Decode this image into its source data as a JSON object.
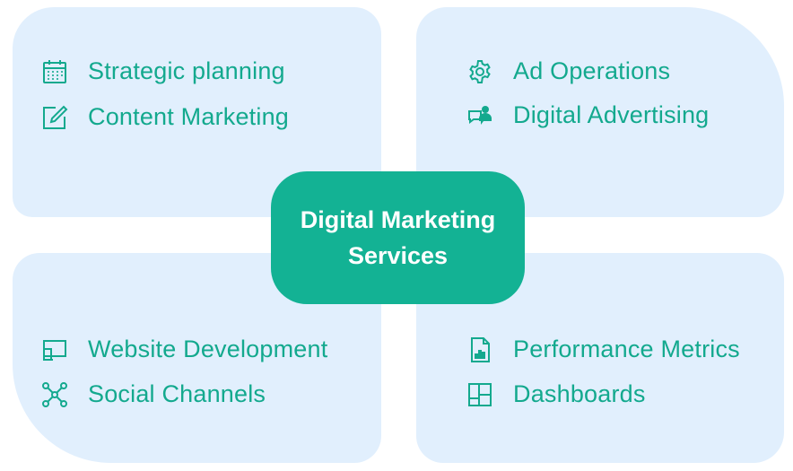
{
  "center": {
    "line1": "Digital Marketing",
    "line2": "Services"
  },
  "quadrants": {
    "top_left": [
      {
        "label": "Strategic planning",
        "icon": "calendar-icon"
      },
      {
        "label": "Content Marketing",
        "icon": "edit-icon"
      }
    ],
    "top_right": [
      {
        "label": "Ad Operations",
        "icon": "gear-icon"
      },
      {
        "label": "Digital Advertising",
        "icon": "chat-icon"
      }
    ],
    "bottom_left": [
      {
        "label": "Website Development",
        "icon": "devices-icon"
      },
      {
        "label": "Social Channels",
        "icon": "network-icon"
      }
    ],
    "bottom_right": [
      {
        "label": "Performance Metrics",
        "icon": "report-chart-icon"
      },
      {
        "label": "Dashboards",
        "icon": "dashboard-icon"
      }
    ]
  },
  "colors": {
    "accent": "#13b294",
    "text_accent": "#13a98e",
    "quadrant_bg": "#e1effd"
  }
}
